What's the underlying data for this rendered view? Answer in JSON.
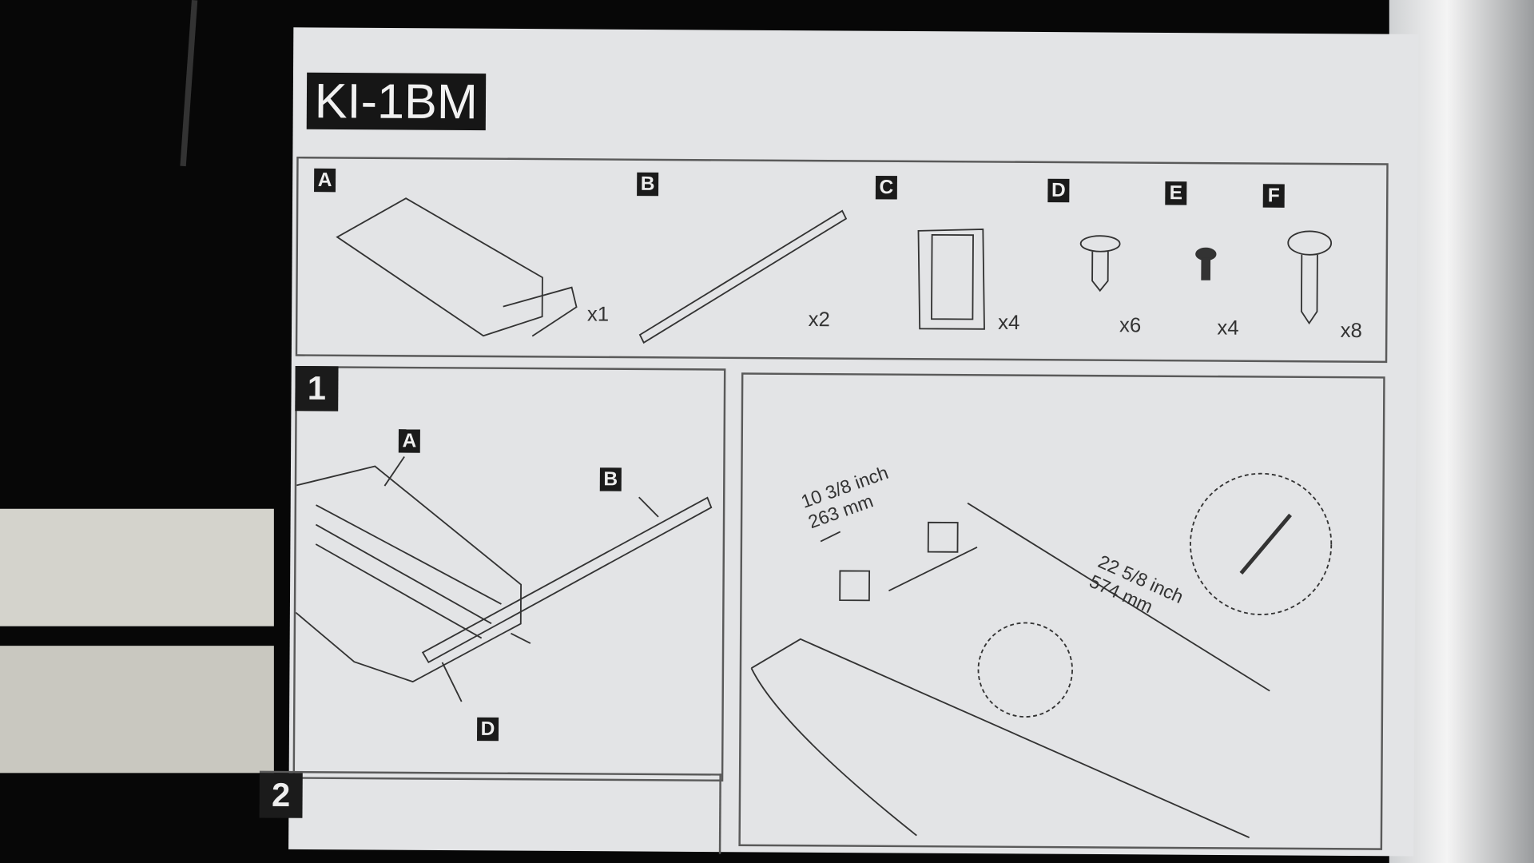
{
  "title": "KI-1BM",
  "parts": [
    {
      "label": "A",
      "quantity": "x1"
    },
    {
      "label": "B",
      "quantity": "x2"
    },
    {
      "label": "C",
      "quantity": "x4"
    },
    {
      "label": "D",
      "quantity": "x6"
    },
    {
      "label": "E",
      "quantity": "x4"
    },
    {
      "label": "F",
      "quantity": "x8"
    }
  ],
  "step1": {
    "number": "1",
    "callouts": [
      "A",
      "B",
      "D"
    ]
  },
  "step2": {
    "number": "2"
  },
  "dimensions": {
    "spacing_inch": "10 3/8 inch",
    "spacing_mm": "263 mm",
    "length_inch": "22 5/8 inch",
    "length_mm": "574 mm"
  }
}
